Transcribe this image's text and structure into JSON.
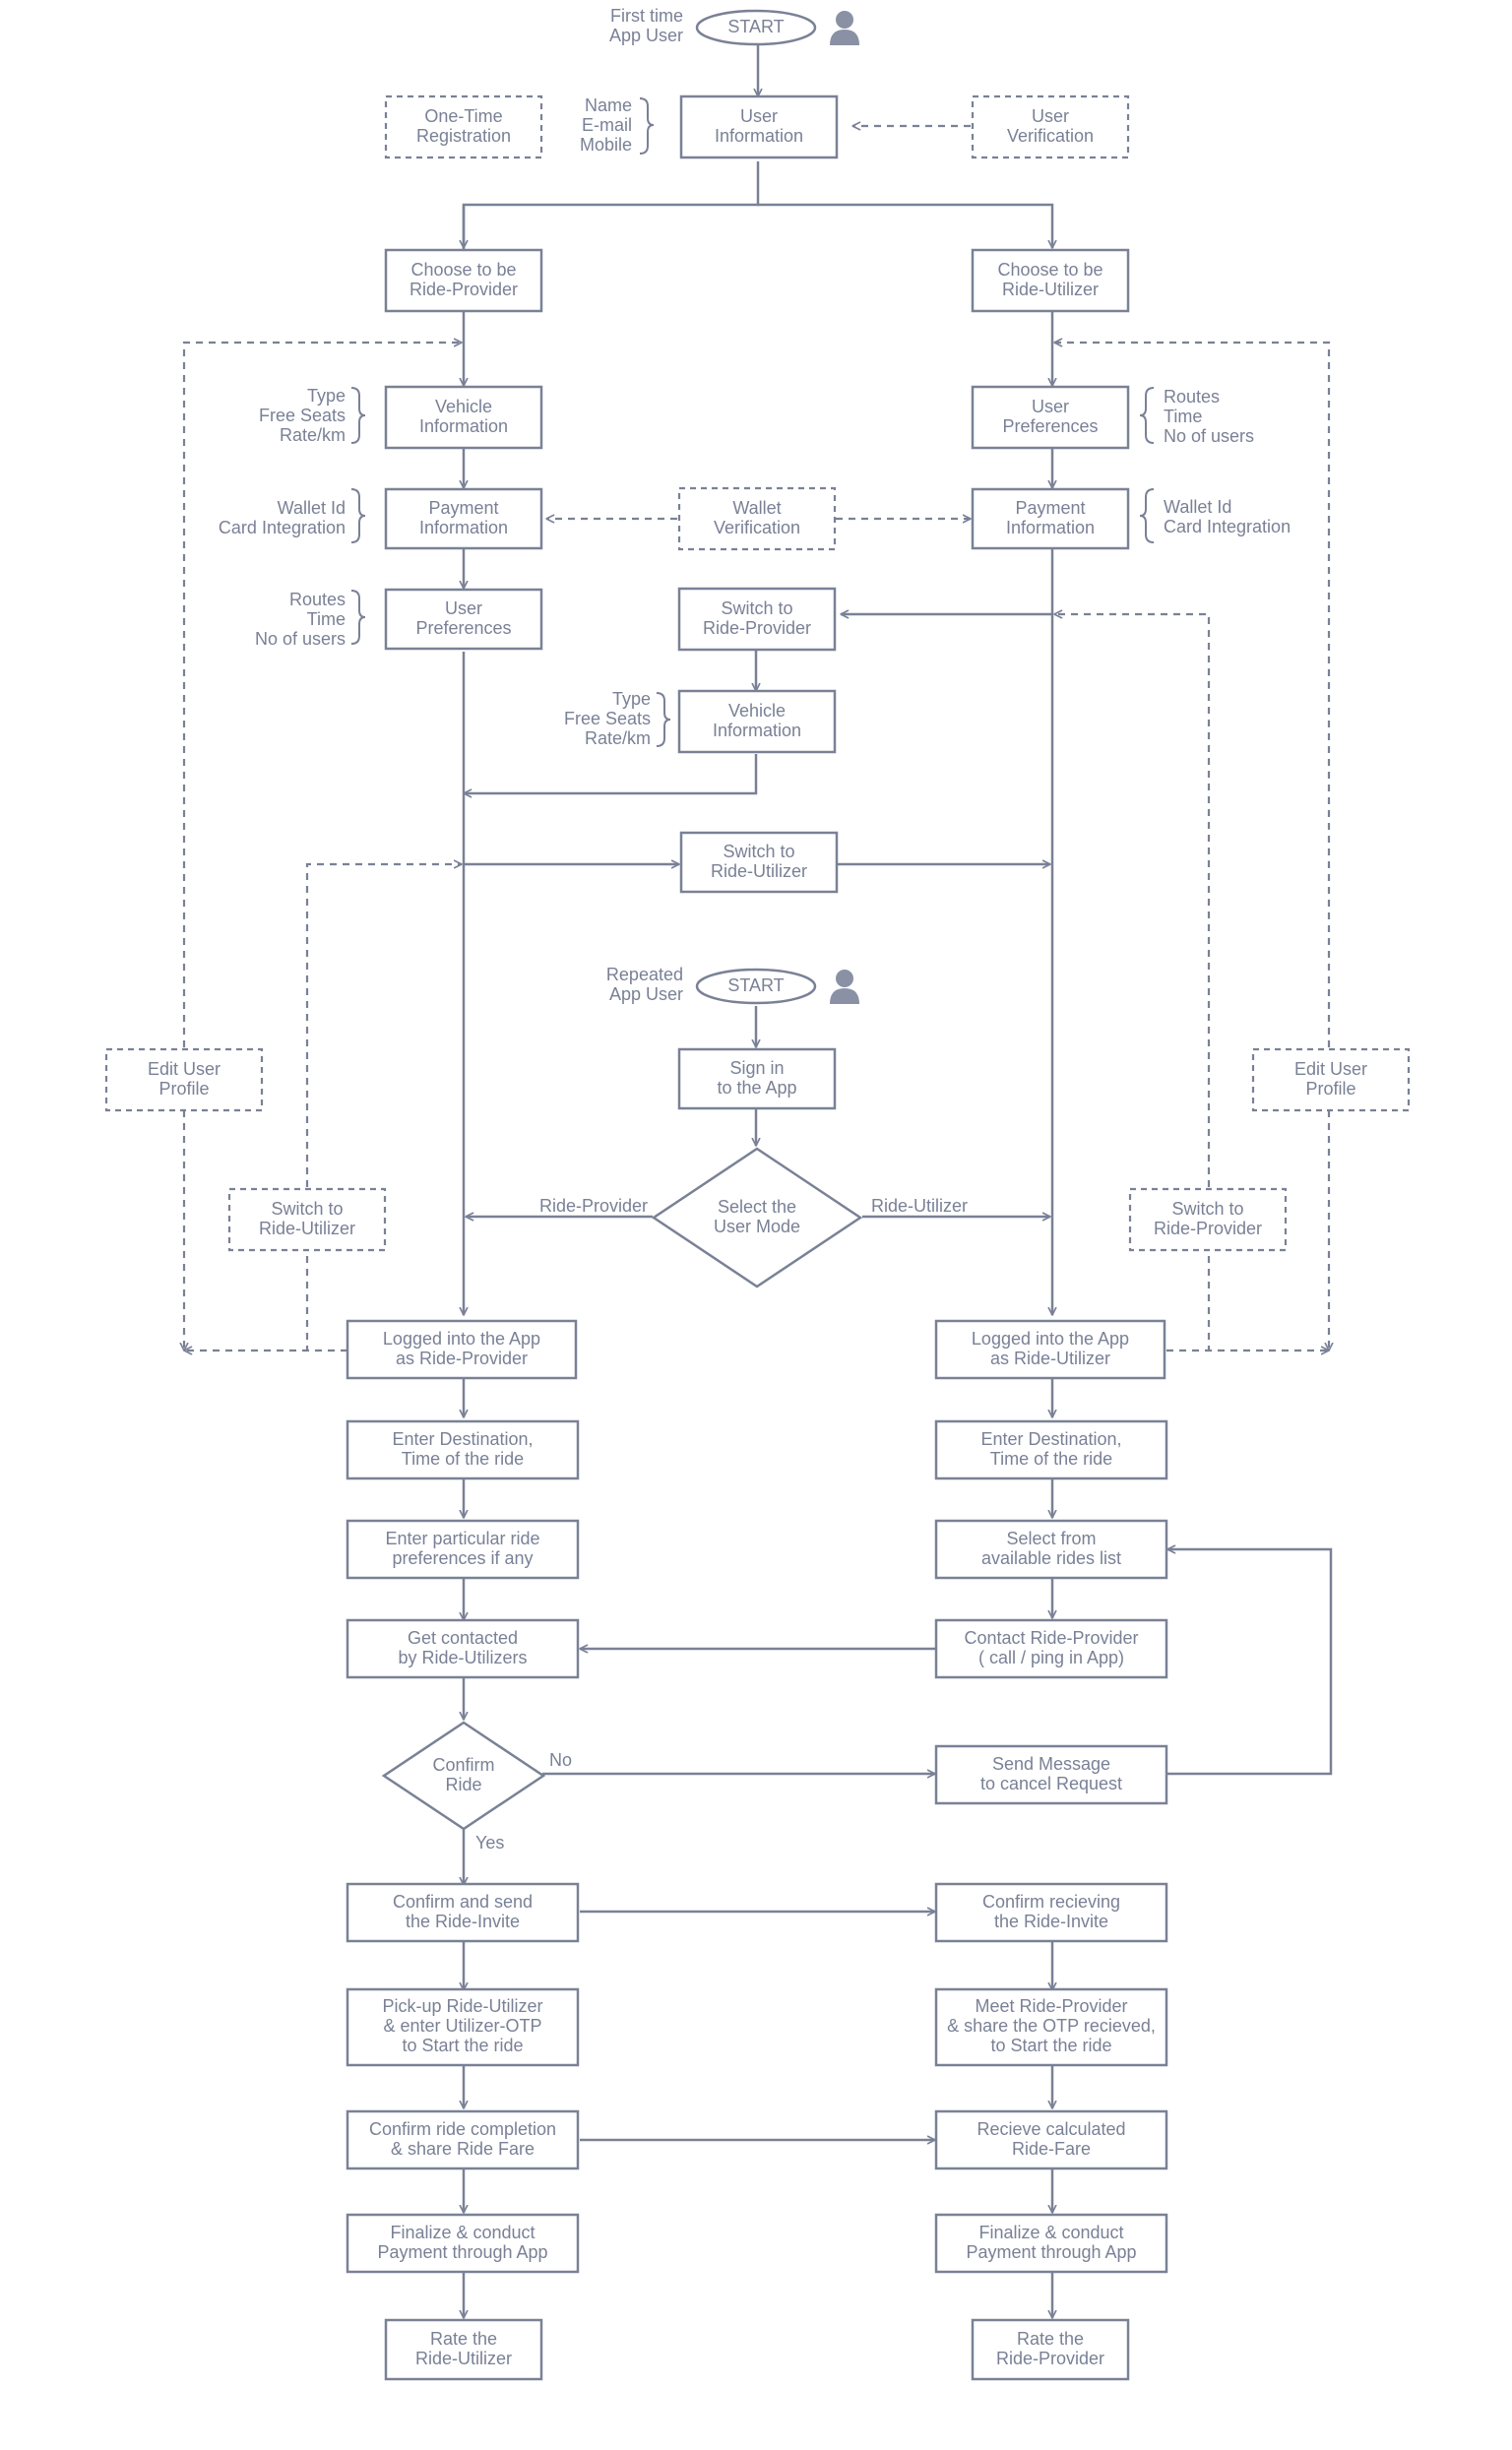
{
  "colors": {
    "stroke": "#7a8196",
    "text": "#7a8196",
    "icon": "#8a91a4",
    "background": "#ffffff"
  },
  "nodes": {
    "start1": [
      "START"
    ],
    "userinfo": [
      "User",
      "Information"
    ],
    "onetime": [
      "One-Time",
      "Registration"
    ],
    "userverif": [
      "User",
      "Verification"
    ],
    "chooseProvider": [
      "Choose to be",
      "Ride-Provider"
    ],
    "chooseUtilizer": [
      "Choose to be",
      "Ride-Utilizer"
    ],
    "vehicleL": [
      "Vehicle",
      "Information"
    ],
    "prefR": [
      "User",
      "Preferences"
    ],
    "payL": [
      "Payment",
      "Information"
    ],
    "walletVerif": [
      "Wallet",
      "Verification"
    ],
    "payR": [
      "Payment",
      "Information"
    ],
    "prefL": [
      "User",
      "Preferences"
    ],
    "switchProvider": [
      "Switch to",
      "Ride-Provider"
    ],
    "vehicleM": [
      "Vehicle",
      "Information"
    ],
    "switchUtilizer": [
      "Switch to",
      "Ride-Utilizer"
    ],
    "start2": [
      "START"
    ],
    "signin": [
      "Sign in",
      "to the App"
    ],
    "selectMode": [
      "Select the",
      "User Mode"
    ],
    "editL": [
      "Edit User",
      "Profile"
    ],
    "editR": [
      "Edit User",
      "Profile"
    ],
    "switchUtilL": [
      "Switch to",
      "Ride-Utilizer"
    ],
    "switchProvR": [
      "Switch to",
      "Ride-Provider"
    ],
    "loggedProvider": [
      "Logged into the App",
      "as Ride-Provider"
    ],
    "loggedUtilizer": [
      "Logged into the App",
      "as Ride-Utilizer"
    ],
    "destL": [
      "Enter Destination,",
      "Time of the ride"
    ],
    "destR": [
      "Enter Destination,",
      "Time of the ride"
    ],
    "partPref": [
      "Enter particular ride",
      "preferences if any"
    ],
    "selectRides": [
      "Select from",
      "available rides list"
    ],
    "getContacted": [
      "Get contacted",
      "by Ride-Utilizers"
    ],
    "contactProvider": [
      "Contact Ride-Provider",
      "( call / ping in App)"
    ],
    "confirmRide": [
      "Confirm",
      "Ride"
    ],
    "sendMessage": [
      "Send Message",
      "to cancel Request"
    ],
    "confirmSend": [
      "Confirm and send",
      "the Ride-Invite"
    ],
    "confirmRecv": [
      "Confirm recieving",
      "the Ride-Invite"
    ],
    "pickup": [
      "Pick-up Ride-Utilizer",
      "& enter Utilizer-OTP",
      "to Start the ride"
    ],
    "meet": [
      "Meet Ride-Provider",
      "& share the OTP recieved,",
      "to Start the ride"
    ],
    "completion": [
      "Confirm ride completion",
      "& share Ride Fare"
    ],
    "receiveFare": [
      "Recieve calculated",
      "Ride-Fare"
    ],
    "finalL": [
      "Finalize & conduct",
      "Payment through App"
    ],
    "finalR": [
      "Finalize & conduct",
      "Payment through App"
    ],
    "rateUtil": [
      "Rate the",
      "Ride-Utilizer"
    ],
    "rateProv": [
      "Rate the",
      "Ride-Provider"
    ]
  },
  "notes": {
    "firstTime": [
      "First time",
      "App User"
    ],
    "nameEmail": [
      "Name",
      "E-mail",
      "Mobile"
    ],
    "vehicleFieldsL": [
      "Type",
      "Free Seats",
      "Rate/km"
    ],
    "walletFieldsL": [
      "Wallet Id",
      "Card Integration"
    ],
    "prefFieldsL": [
      "Routes",
      "Time",
      "No of users"
    ],
    "prefFieldsR": [
      "Routes",
      "Time",
      "No of users"
    ],
    "walletFieldsR": [
      "Wallet Id",
      "Card Integration"
    ],
    "vehicleFieldsM": [
      "Type",
      "Free Seats",
      "Rate/km"
    ],
    "repeated": [
      "Repeated",
      "App User"
    ]
  },
  "edge_labels": {
    "rideProvider": "Ride-Provider",
    "rideUtilizer": "Ride-Utilizer",
    "no": "No",
    "yes": "Yes"
  }
}
